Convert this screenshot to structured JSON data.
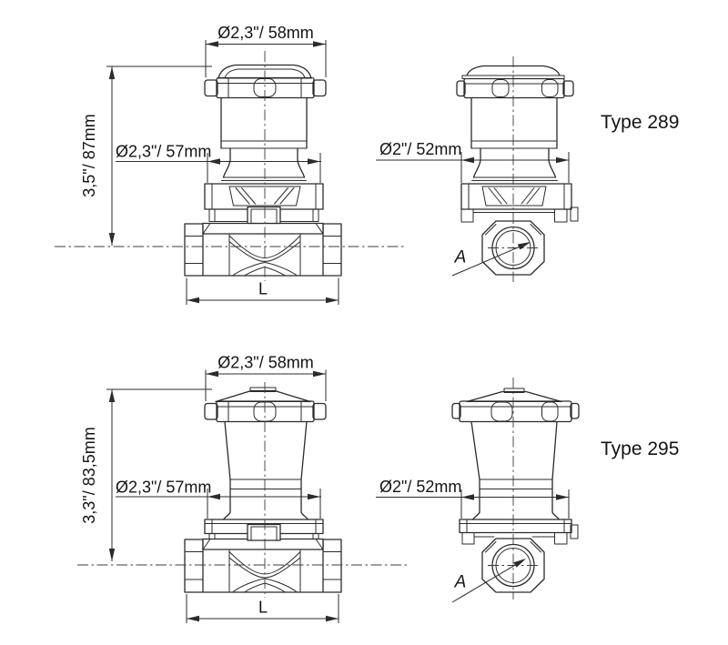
{
  "page": {
    "background": "#ffffff",
    "line_color": "#2b2b2b"
  },
  "valves": [
    {
      "title": "Type 289",
      "dimensions": {
        "cap_diameter": "Ø2,3\"/ 58mm",
        "height": "3,5\"/ 87mm",
        "flange_diameter": "Ø2,3\"/ 57mm",
        "body_length": "L",
        "port_diameter": "Ø2\"/ 52mm",
        "port_label": "A"
      }
    },
    {
      "title": "Type 295",
      "dimensions": {
        "cap_diameter": "Ø2,3\"/ 58mm",
        "height": "3,3\"/ 83,5mm",
        "flange_diameter": "Ø2,3\"/ 57mm",
        "body_length": "L",
        "port_diameter": "Ø2\"/ 52mm",
        "port_label": "A"
      }
    }
  ]
}
